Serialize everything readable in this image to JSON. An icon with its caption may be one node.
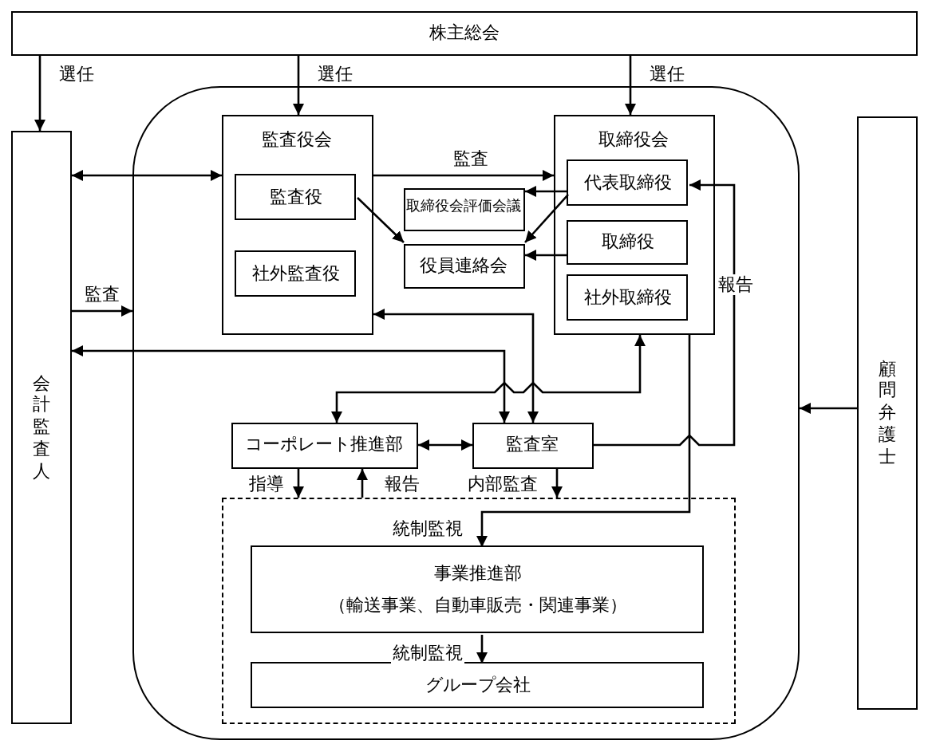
{
  "diagram": {
    "nodes": [
      {
        "text": [
          "株主総会"
        ]
      },
      {
        "text": [
          "会計監査人"
        ]
      },
      {
        "text": [],
        "shape": "box"
      },
      {
        "text": [
          "監査役会"
        ],
        "in": 2
      },
      {
        "text": [
          "監査役"
        ],
        "in": 3
      },
      {
        "text": [
          "社外監査役"
        ],
        "in": 3
      },
      {
        "text": [
          "取締役会評価会議"
        ],
        "in": 2
      },
      {
        "text": [
          "役員連絡会"
        ],
        "in": 2
      },
      {
        "text": [
          "取締役会"
        ],
        "in": 2
      },
      {
        "text": [
          "代表取締役"
        ],
        "in": 8
      },
      {
        "text": [
          "取締役"
        ],
        "in": 8
      },
      {
        "text": [
          "社外取締役"
        ],
        "in": 8
      },
      {
        "text": [
          "コーポレート推進部"
        ],
        "in": 2
      },
      {
        "text": [
          "監査室"
        ],
        "in": 2
      },
      {
        "text": [],
        "shape": "box",
        "in": 2
      },
      {
        "text": [
          "事業推進部",
          "（輸送事業、自動車販売・関連事業）"
        ],
        "in": 14
      },
      {
        "text": [
          "グループ会社"
        ],
        "in": 14
      },
      {
        "text": [
          "顧問弁護士"
        ]
      }
    ],
    "edges": [
      {
        "from": 0,
        "to": 1,
        "arrow": "to",
        "label": "選任"
      },
      {
        "from": 0,
        "to": 3,
        "arrow": "to",
        "label": "選任"
      },
      {
        "from": 0,
        "to": 8,
        "arrow": "to",
        "label": "選任"
      },
      {
        "from": 1,
        "to": 3,
        "arrow": "both"
      },
      {
        "from": 1,
        "to": 2,
        "arrow": "to",
        "label": "監査"
      },
      {
        "from": 3,
        "to": 8,
        "arrow": "to",
        "label": "監査"
      },
      {
        "from": 4,
        "to": 7,
        "arrow": "to"
      },
      {
        "from": 9,
        "to": 6,
        "arrow": "to"
      },
      {
        "from": 9,
        "to": 7,
        "arrow": "to"
      },
      {
        "from": 10,
        "to": 7,
        "arrow": "to"
      },
      {
        "from": 13,
        "to": 1,
        "arrow": "both"
      },
      {
        "from": 13,
        "to": 3,
        "arrow": "both"
      },
      {
        "from": 12,
        "to": 8,
        "arrow": "both"
      },
      {
        "from": 12,
        "to": 13,
        "arrow": "both"
      },
      {
        "from": 13,
        "to": 9,
        "arrow": "to",
        "label": "報告"
      },
      {
        "from": 12,
        "to": 14,
        "arrow": "to",
        "label": "指導"
      },
      {
        "from": 14,
        "to": 12,
        "arrow": "to",
        "label": "報告"
      },
      {
        "from": 13,
        "to": 14,
        "arrow": "to",
        "label": "内部監査"
      },
      {
        "from": 8,
        "to": 15,
        "arrow": "to",
        "label": "統制監視"
      },
      {
        "from": 15,
        "to": 16,
        "arrow": "to",
        "label": "統制監視"
      },
      {
        "from": 17,
        "to": 2,
        "arrow": "to"
      }
    ]
  }
}
